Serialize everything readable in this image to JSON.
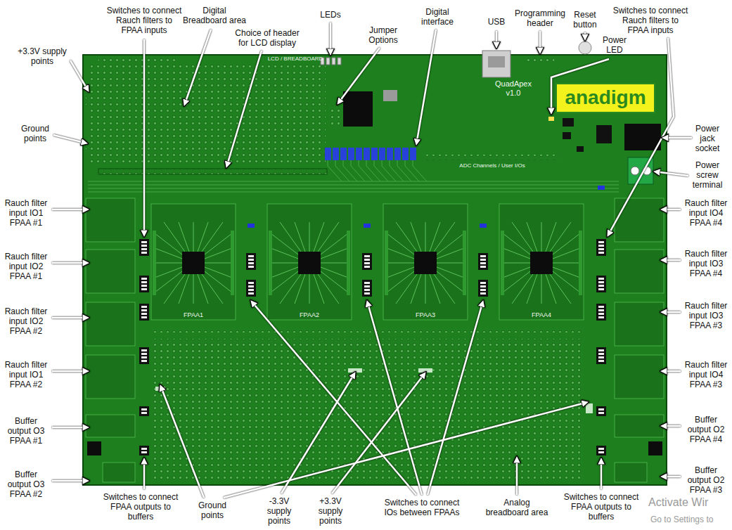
{
  "diagram": {
    "nodes": [
      {
        "text": [
          "anadigm"
        ]
      }
    ],
    "labels": [
      "+3.3V supply points",
      "Switches to connect Rauch filters to FPAA inputs",
      "Digital Breadboard area",
      "Choice of header for LCD display",
      "LEDs",
      "Jumper Options",
      "Digital interface",
      "USB",
      "Programming header",
      "Reset button",
      "Power LED",
      "Switches to connect Rauch filters to FPAA inputs",
      "Ground points",
      "Power jack socket",
      "Power screw terminal",
      "Rauch filter input IO1 FPAA #1",
      "Rauch filter input IO4 FPAA #4",
      "Rauch filter input IO2 FPAA #1",
      "Rauch filter input IO3 FPAA #4",
      "Rauch filter input IO2 FPAA #2",
      "Rauch filter input IO3 FPAA #3",
      "Rauch filter input IO1 FPAA #2",
      "Rauch filter input IO4 FPAA #3",
      "Buffer output O3 FPAA #1",
      "Buffer output O2 FPAA #4",
      "Buffer output O3 FPAA #2",
      "Buffer output O2 FPAA #3",
      "Switches to connect FPAA outputs to buffers",
      "Ground points",
      "-3.3V supply points",
      "+3.3V supply points",
      "Switches to connect IOs between FPAAs",
      "Analog breadboard area",
      "Switches to connect FPAA outputs to buffers",
      "Activate Wir",
      "Go to Settings to",
      "LCD / BREADBOARD",
      "QuadApex v1.0",
      "ADC Channels / User I/Os",
      "FPAA1",
      "FPAA2",
      "FPAA3",
      "FPAA4"
    ]
  }
}
